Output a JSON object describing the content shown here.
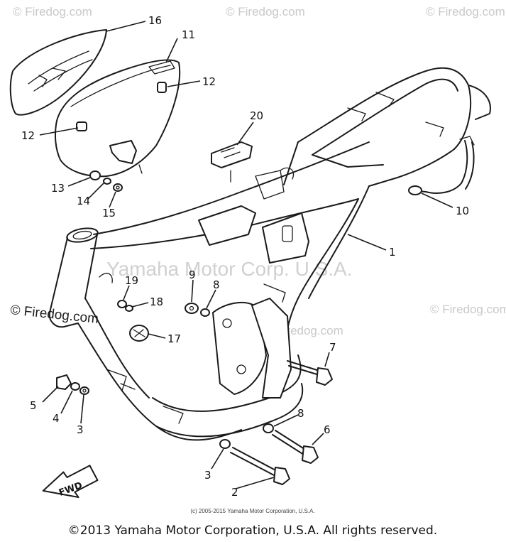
{
  "watermarks": {
    "site": "© Firedog.com",
    "center": "Yamaha Motor Corp. U.S.A.",
    "left_dark": "© Firedog.com"
  },
  "fwd_label": "FWD",
  "copyright": {
    "small": "(c) 2005-2015 Yamaha Motor Corporation, U.S.A.",
    "main": "©2013 Yamaha Motor Corporation, U.S.A. All rights reserved."
  },
  "callouts": [
    {
      "id": "c16",
      "label": "16"
    },
    {
      "id": "c11",
      "label": "11"
    },
    {
      "id": "c12a",
      "label": "12"
    },
    {
      "id": "c12b",
      "label": "12"
    },
    {
      "id": "c20",
      "label": "20"
    },
    {
      "id": "c13",
      "label": "13"
    },
    {
      "id": "c14",
      "label": "14"
    },
    {
      "id": "c15",
      "label": "15"
    },
    {
      "id": "c10",
      "label": "10"
    },
    {
      "id": "c1",
      "label": "1"
    },
    {
      "id": "c9",
      "label": "9"
    },
    {
      "id": "c8a",
      "label": "8"
    },
    {
      "id": "c19",
      "label": "19"
    },
    {
      "id": "c18",
      "label": "18"
    },
    {
      "id": "c17",
      "label": "17"
    },
    {
      "id": "c7",
      "label": "7"
    },
    {
      "id": "c5",
      "label": "5"
    },
    {
      "id": "c4",
      "label": "4"
    },
    {
      "id": "c3a",
      "label": "3"
    },
    {
      "id": "c8b",
      "label": "8"
    },
    {
      "id": "c6",
      "label": "6"
    },
    {
      "id": "c3b",
      "label": "3"
    },
    {
      "id": "c2",
      "label": "2"
    }
  ]
}
